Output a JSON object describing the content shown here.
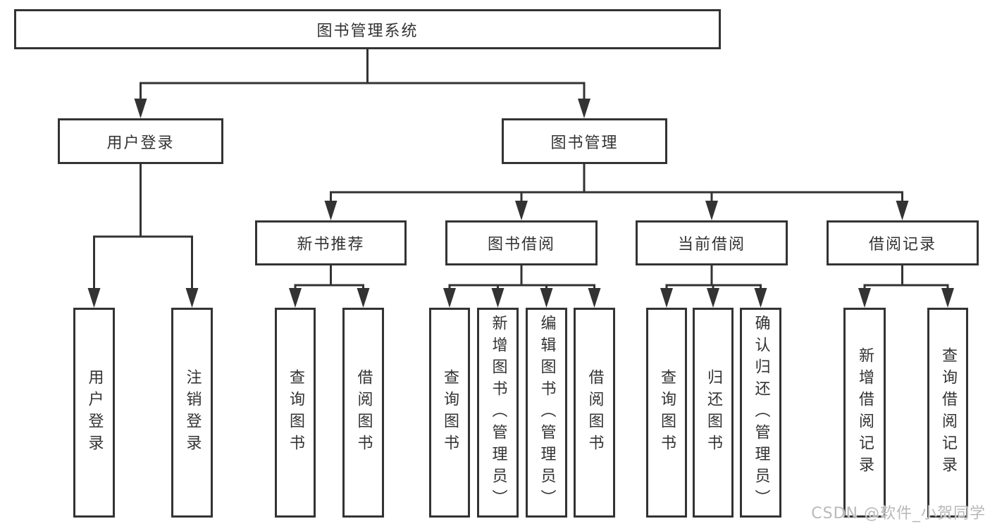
{
  "tree": {
    "root_label": "图书管理系统",
    "children": [
      {
        "label": "用户登录",
        "children": [
          "用户登录",
          "注销登录"
        ]
      },
      {
        "label": "图书管理",
        "children": [
          {
            "label": "新书推荐",
            "children": [
              "查询图书",
              "借阅图书"
            ]
          },
          {
            "label": "图书借阅",
            "children": [
              "查询图书",
              "新增图书（管理员）",
              "编辑图书（管理员）",
              "借阅图书"
            ]
          },
          {
            "label": "当前借阅",
            "children": [
              "查询图书",
              "归还图书",
              "确认归还（管理员）"
            ]
          },
          {
            "label": "借阅记录",
            "children": [
              "新增借阅记录",
              "查询借阅记录"
            ]
          }
        ]
      }
    ]
  },
  "watermark": {
    "text": "CSDN @软件_小贺同学"
  },
  "colors": {
    "line": "#333333",
    "text": "#333333",
    "box_bg": "#ffffff",
    "watermark": "#b9b9b9"
  }
}
